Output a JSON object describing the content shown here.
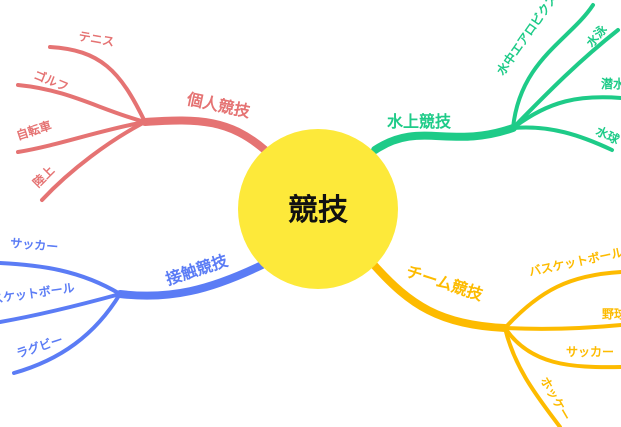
{
  "center": {
    "label": "競技",
    "color": "#fde93a"
  },
  "branches": {
    "individual": {
      "label": "個人競技",
      "color": "#e57373",
      "children": [
        "テニス",
        "ゴルフ",
        "自転車",
        "陸上"
      ]
    },
    "water": {
      "label": "水上競技",
      "color": "#1ecb88",
      "children": [
        "水中エアロビクス",
        "水泳",
        "潜水",
        "水球"
      ]
    },
    "contact": {
      "label": "接触競技",
      "color": "#5b7cf5",
      "children": [
        "サッカー",
        "バスケットボール",
        "ラグビー"
      ]
    },
    "team": {
      "label": "チーム競技",
      "color": "#fdbb00",
      "children": [
        "バスケットボール",
        "野球",
        "サッカー",
        "ホッケー"
      ]
    }
  }
}
